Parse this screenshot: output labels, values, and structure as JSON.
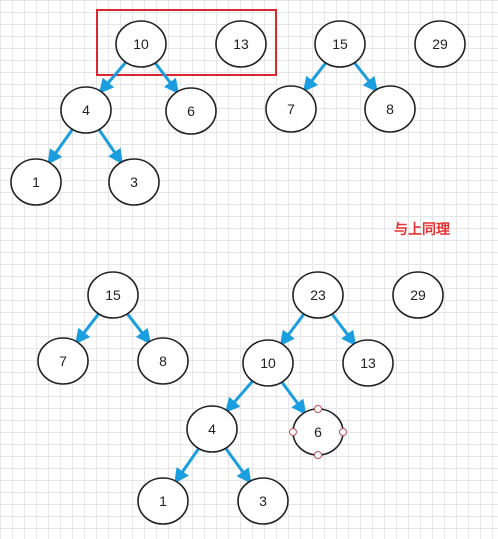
{
  "nodes": [
    {
      "id": "n10a",
      "label": "10"
    },
    {
      "id": "n13a",
      "label": "13"
    },
    {
      "id": "n4a",
      "label": "4"
    },
    {
      "id": "n6a",
      "label": "6"
    },
    {
      "id": "n1a",
      "label": "1"
    },
    {
      "id": "n3a",
      "label": "3"
    },
    {
      "id": "n15a",
      "label": "15"
    },
    {
      "id": "n7a",
      "label": "7"
    },
    {
      "id": "n8a",
      "label": "8"
    },
    {
      "id": "n29a",
      "label": "29"
    },
    {
      "id": "n15b",
      "label": "15"
    },
    {
      "id": "n7b",
      "label": "7"
    },
    {
      "id": "n8b",
      "label": "8"
    },
    {
      "id": "n23b",
      "label": "23"
    },
    {
      "id": "n29b",
      "label": "29"
    },
    {
      "id": "n10b",
      "label": "10"
    },
    {
      "id": "n13b",
      "label": "13"
    },
    {
      "id": "n4b",
      "label": "4"
    },
    {
      "id": "n6b",
      "label": "6"
    },
    {
      "id": "n1b",
      "label": "1"
    },
    {
      "id": "n3b",
      "label": "3"
    }
  ],
  "edges": [
    {
      "from": "n10a",
      "to": "n4a"
    },
    {
      "from": "n10a",
      "to": "n6a"
    },
    {
      "from": "n4a",
      "to": "n1a"
    },
    {
      "from": "n4a",
      "to": "n3a"
    },
    {
      "from": "n15a",
      "to": "n7a"
    },
    {
      "from": "n15a",
      "to": "n8a"
    },
    {
      "from": "n15b",
      "to": "n7b"
    },
    {
      "from": "n15b",
      "to": "n8b"
    },
    {
      "from": "n23b",
      "to": "n10b"
    },
    {
      "from": "n23b",
      "to": "n13b"
    },
    {
      "from": "n10b",
      "to": "n4b"
    },
    {
      "from": "n10b",
      "to": "n6b"
    },
    {
      "from": "n4b",
      "to": "n1b"
    },
    {
      "from": "n4b",
      "to": "n3b"
    }
  ],
  "note": "与上同理",
  "colors": {
    "edge": "#1a9ee0",
    "highlight_box": "#d9262f",
    "note": "#e53333",
    "node_stroke": "#222222",
    "handle": "#c0505a"
  }
}
